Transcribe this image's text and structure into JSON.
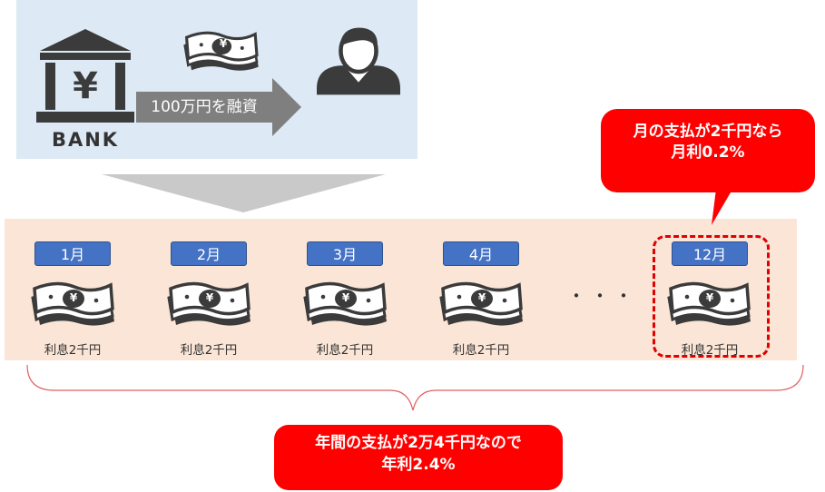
{
  "top": {
    "bank_label": "BANK",
    "bank_symbol": "¥",
    "loan_text": "100万円を融資"
  },
  "bill_symbol": "¥",
  "months": [
    {
      "label": "1月",
      "interest": "利息2千円"
    },
    {
      "label": "2月",
      "interest": "利息2千円"
    },
    {
      "label": "3月",
      "interest": "利息2千円"
    },
    {
      "label": "4月",
      "interest": "利息2千円"
    },
    {
      "label": "12月",
      "interest": "利息2千円"
    }
  ],
  "ellipsis": "・・・",
  "callout": {
    "line1": "月の支払が2千円なら",
    "line2": "月利0.2%"
  },
  "summary": {
    "line1": "年間の支払が2万4千円なので",
    "line2": "年利2.4%"
  },
  "colors": {
    "tag_blue": "#4472c4",
    "highlight_red": "#ff0000",
    "top_panel": "#dde9f5",
    "bottom_panel": "#fbe5d6",
    "icon_dark": "#3b3b3b"
  }
}
